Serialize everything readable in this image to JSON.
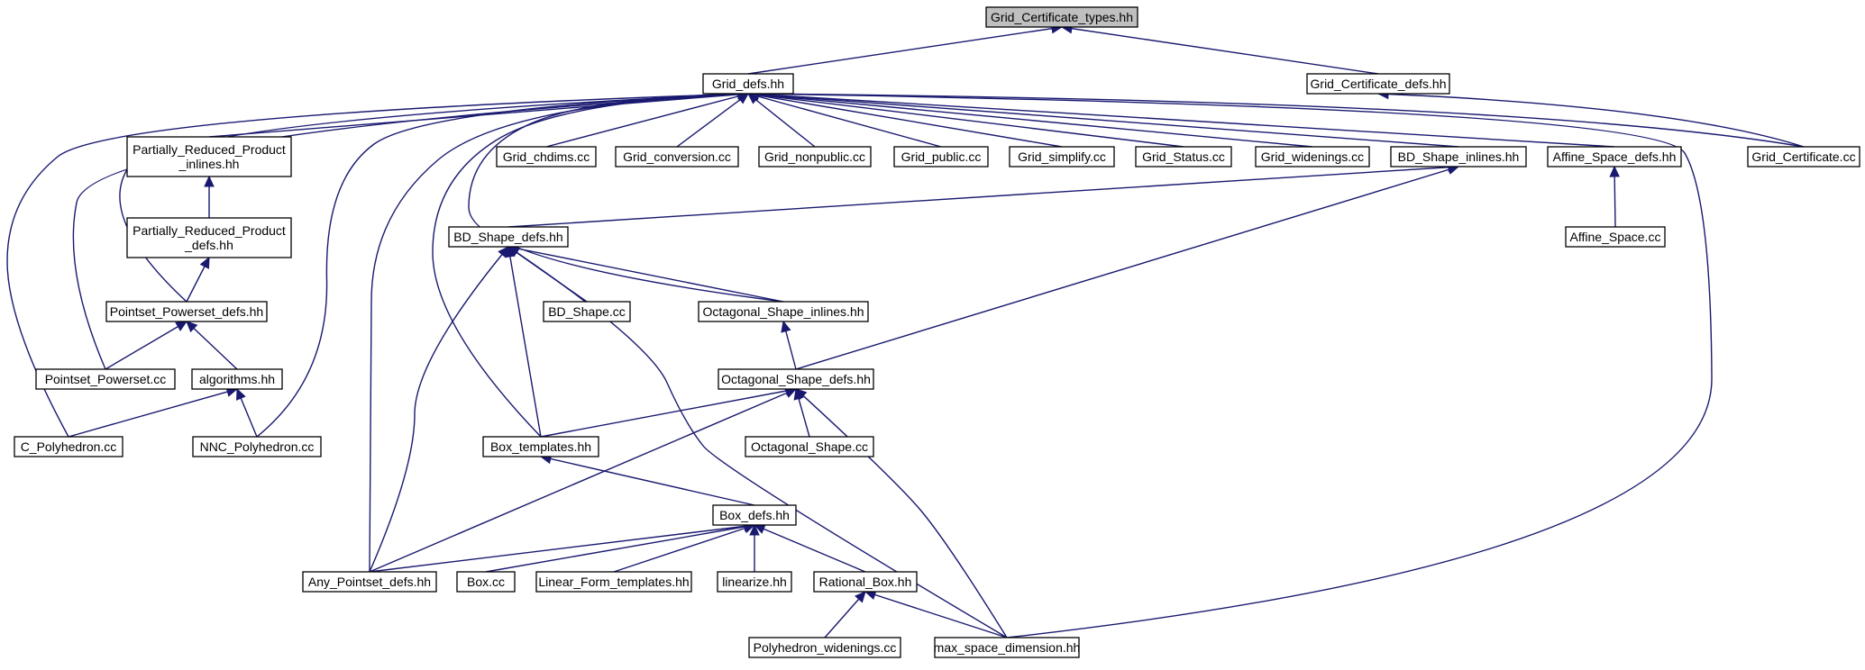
{
  "diagram": {
    "type": "include-dependency-graph",
    "edge_color": "#191970",
    "root_fill": "#bfbfbf",
    "nodes": [
      {
        "id": "root",
        "lines": [
          "Grid_Certificate_types.hh"
        ],
        "highlight": true
      },
      {
        "id": "grid_defs",
        "lines": [
          "Grid_defs.hh"
        ]
      },
      {
        "id": "grid_cert_defs",
        "lines": [
          "Grid_Certificate_defs.hh"
        ]
      },
      {
        "id": "prp_inlines",
        "lines": [
          "Partially_Reduced_Product",
          "_inlines.hh"
        ]
      },
      {
        "id": "grid_chdims",
        "lines": [
          "Grid_chdims.cc"
        ]
      },
      {
        "id": "grid_conversion",
        "lines": [
          "Grid_conversion.cc"
        ]
      },
      {
        "id": "grid_nonpublic",
        "lines": [
          "Grid_nonpublic.cc"
        ]
      },
      {
        "id": "grid_public",
        "lines": [
          "Grid_public.cc"
        ]
      },
      {
        "id": "grid_simplify",
        "lines": [
          "Grid_simplify.cc"
        ]
      },
      {
        "id": "grid_status",
        "lines": [
          "Grid_Status.cc"
        ]
      },
      {
        "id": "grid_widenings",
        "lines": [
          "Grid_widenings.cc"
        ]
      },
      {
        "id": "bds_inlines",
        "lines": [
          "BD_Shape_inlines.hh"
        ]
      },
      {
        "id": "affine_defs",
        "lines": [
          "Affine_Space_defs.hh"
        ]
      },
      {
        "id": "grid_certificate",
        "lines": [
          "Grid_Certificate.cc"
        ]
      },
      {
        "id": "prp_defs",
        "lines": [
          "Partially_Reduced_Product",
          "_defs.hh"
        ]
      },
      {
        "id": "bds_defs",
        "lines": [
          "BD_Shape_defs.hh"
        ]
      },
      {
        "id": "affine_cc",
        "lines": [
          "Affine_Space.cc"
        ]
      },
      {
        "id": "pps_defs",
        "lines": [
          "Pointset_Powerset_defs.hh"
        ]
      },
      {
        "id": "bds_cc",
        "lines": [
          "BD_Shape.cc"
        ]
      },
      {
        "id": "oct_inlines",
        "lines": [
          "Octagonal_Shape_inlines.hh"
        ]
      },
      {
        "id": "pps_cc",
        "lines": [
          "Pointset_Powerset.cc"
        ]
      },
      {
        "id": "algorithms",
        "lines": [
          "algorithms.hh"
        ]
      },
      {
        "id": "oct_defs",
        "lines": [
          "Octagonal_Shape_defs.hh"
        ]
      },
      {
        "id": "c_poly",
        "lines": [
          "C_Polyhedron.cc"
        ]
      },
      {
        "id": "nnc_poly",
        "lines": [
          "NNC_Polyhedron.cc"
        ]
      },
      {
        "id": "box_templates",
        "lines": [
          "Box_templates.hh"
        ]
      },
      {
        "id": "oct_cc",
        "lines": [
          "Octagonal_Shape.cc"
        ]
      },
      {
        "id": "box_defs",
        "lines": [
          "Box_defs.hh"
        ]
      },
      {
        "id": "any_pps_defs",
        "lines": [
          "Any_Pointset_defs.hh"
        ]
      },
      {
        "id": "box_cc",
        "lines": [
          "Box.cc"
        ]
      },
      {
        "id": "lf_templates",
        "lines": [
          "Linear_Form_templates.hh"
        ]
      },
      {
        "id": "linearize",
        "lines": [
          "linearize.hh"
        ]
      },
      {
        "id": "rational_box",
        "lines": [
          "Rational_Box.hh"
        ]
      },
      {
        "id": "poly_widenings",
        "lines": [
          "Polyhedron_widenings.cc"
        ]
      },
      {
        "id": "max_space",
        "lines": [
          "max_space_dimension.hh"
        ]
      }
    ],
    "edges": [
      {
        "from": "grid_defs",
        "to": "root"
      },
      {
        "from": "grid_cert_defs",
        "to": "root"
      },
      {
        "from": "grid_certificate",
        "to": "grid_cert_defs"
      },
      {
        "from": "prp_inlines",
        "to": "grid_defs"
      },
      {
        "from": "grid_chdims",
        "to": "grid_defs"
      },
      {
        "from": "grid_conversion",
        "to": "grid_defs"
      },
      {
        "from": "grid_nonpublic",
        "to": "grid_defs"
      },
      {
        "from": "grid_public",
        "to": "grid_defs"
      },
      {
        "from": "grid_simplify",
        "to": "grid_defs"
      },
      {
        "from": "grid_status",
        "to": "grid_defs"
      },
      {
        "from": "grid_widenings",
        "to": "grid_defs"
      },
      {
        "from": "bds_inlines",
        "to": "grid_defs"
      },
      {
        "from": "affine_defs",
        "to": "grid_defs"
      },
      {
        "from": "grid_certificate",
        "to": "grid_defs"
      },
      {
        "from": "pps_defs",
        "to": "grid_defs"
      },
      {
        "from": "pps_cc",
        "to": "grid_defs"
      },
      {
        "from": "c_poly",
        "to": "grid_defs"
      },
      {
        "from": "nnc_poly",
        "to": "grid_defs"
      },
      {
        "from": "any_pps_defs",
        "to": "grid_defs"
      },
      {
        "from": "box_templates",
        "to": "grid_defs"
      },
      {
        "from": "oct_inlines",
        "to": "grid_defs"
      },
      {
        "from": "max_space",
        "to": "grid_defs"
      },
      {
        "from": "prp_defs",
        "to": "prp_inlines"
      },
      {
        "from": "pps_defs",
        "to": "prp_defs"
      },
      {
        "from": "pps_cc",
        "to": "pps_defs"
      },
      {
        "from": "algorithms",
        "to": "pps_defs"
      },
      {
        "from": "c_poly",
        "to": "algorithms"
      },
      {
        "from": "nnc_poly",
        "to": "algorithms"
      },
      {
        "from": "affine_cc",
        "to": "affine_defs"
      },
      {
        "from": "bds_defs",
        "to": "bds_inlines"
      },
      {
        "from": "oct_defs",
        "to": "bds_inlines"
      },
      {
        "from": "bds_cc",
        "to": "bds_defs"
      },
      {
        "from": "oct_inlines",
        "to": "bds_defs"
      },
      {
        "from": "box_templates",
        "to": "bds_defs"
      },
      {
        "from": "any_pps_defs",
        "to": "bds_defs"
      },
      {
        "from": "max_space",
        "to": "bds_defs"
      },
      {
        "from": "oct_defs",
        "to": "oct_inlines"
      },
      {
        "from": "box_templates",
        "to": "oct_defs"
      },
      {
        "from": "oct_cc",
        "to": "oct_defs"
      },
      {
        "from": "any_pps_defs",
        "to": "oct_defs"
      },
      {
        "from": "max_space",
        "to": "oct_defs"
      },
      {
        "from": "box_defs",
        "to": "box_templates"
      },
      {
        "from": "any_pps_defs",
        "to": "box_defs"
      },
      {
        "from": "box_cc",
        "to": "box_defs"
      },
      {
        "from": "lf_templates",
        "to": "box_defs"
      },
      {
        "from": "linearize",
        "to": "box_defs"
      },
      {
        "from": "rational_box",
        "to": "box_defs"
      },
      {
        "from": "poly_widenings",
        "to": "rational_box"
      },
      {
        "from": "max_space",
        "to": "rational_box"
      }
    ]
  }
}
